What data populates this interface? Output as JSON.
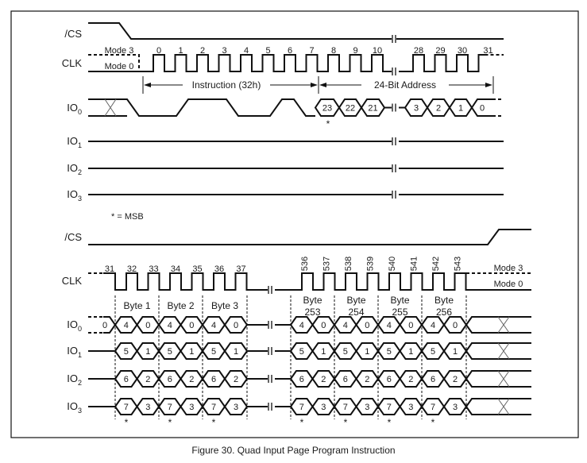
{
  "figure": {
    "caption": "Figure 30. Quad Input Page Program Instruction",
    "msb_note": "* = MSB",
    "msb_marker": "*"
  },
  "top": {
    "signals": [
      "/CS",
      "CLK",
      "IO0",
      "IO1",
      "IO2",
      "IO3"
    ],
    "mode_labels": [
      "Mode 3",
      "Mode 0"
    ],
    "clock_numbers_first": [
      "0",
      "1",
      "2",
      "3",
      "4",
      "5",
      "6",
      "7",
      "8",
      "9",
      "10"
    ],
    "clock_numbers_second": [
      "28",
      "29",
      "30",
      "31"
    ],
    "spans": [
      {
        "label": "Instruction (32h)"
      },
      {
        "label": "24-Bit Address"
      }
    ],
    "io0_address_first": [
      "23",
      "22",
      "21"
    ],
    "io0_address_last": [
      "3",
      "2",
      "1",
      "0"
    ]
  },
  "bottom": {
    "signals": [
      "/CS",
      "CLK",
      "IO0",
      "IO1",
      "IO2",
      "IO3"
    ],
    "mode_labels": [
      "Mode 3",
      "Mode 0"
    ],
    "clock_numbers_first": [
      "31",
      "32",
      "33",
      "34",
      "35",
      "36",
      "37"
    ],
    "clock_numbers_second": [
      "536",
      "537",
      "538",
      "539",
      "540",
      "541",
      "542",
      "543"
    ],
    "bytes_first": [
      "Byte 1",
      "Byte 2",
      "Byte 3"
    ],
    "bytes_second": [
      [
        "Byte",
        "253"
      ],
      [
        "Byte",
        "254"
      ],
      [
        "Byte",
        "255"
      ],
      [
        "Byte",
        "256"
      ]
    ],
    "io0_prev": "0",
    "lanes": [
      {
        "name": "IO0",
        "high": "4",
        "low": "0"
      },
      {
        "name": "IO1",
        "high": "5",
        "low": "1"
      },
      {
        "name": "IO2",
        "high": "6",
        "low": "2"
      },
      {
        "name": "IO3",
        "high": "7",
        "low": "3"
      }
    ]
  }
}
